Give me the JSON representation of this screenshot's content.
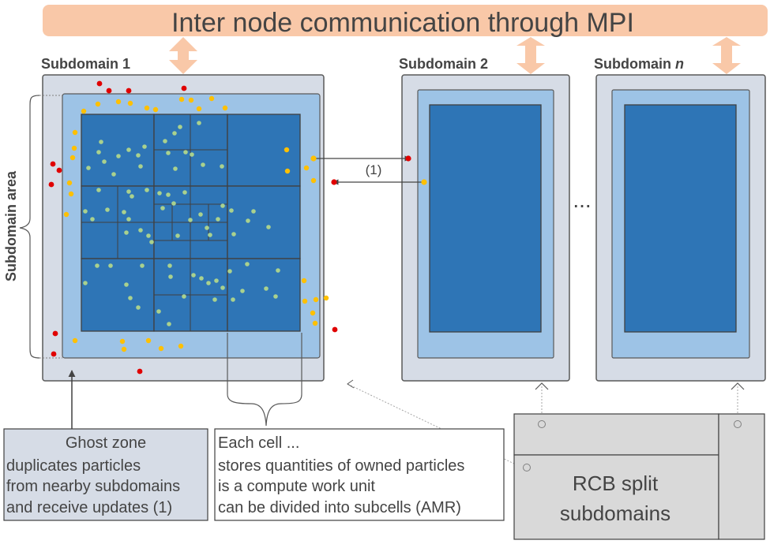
{
  "banner": {
    "title": "Inter node communication through MPI"
  },
  "subdomains": [
    {
      "label": "Subdomain 1",
      "label_prefix": "Subdomain",
      "label_suffix": "1"
    },
    {
      "label": "Subdomain 2",
      "label_prefix": "Subdomain",
      "label_suffix": "2"
    },
    {
      "label": "Subdomain n",
      "label_prefix": "Subdomain",
      "label_suffix": "n"
    }
  ],
  "subdomain_area_label": "Subdomain area",
  "exchange_label": "(1)",
  "ellipsis": "...",
  "ghost_zone_box": {
    "title": "Ghost zone",
    "lines": [
      "duplicates particles",
      "from nearby subdomains",
      "and receive updates (1)"
    ]
  },
  "cell_box": {
    "title": "Each cell ...",
    "lines": [
      "stores quantities of owned particles",
      "is a compute work unit",
      "can be divided into subcells (AMR)"
    ]
  },
  "rcb_box": {
    "lines": [
      "RCB split",
      "subdomains"
    ]
  },
  "colors": {
    "banner": "#f9c8a8",
    "outer_domain": "#d6dce6",
    "ghost_area": "#9dc3e6",
    "cell": "#2e75b6",
    "owned_particle": "#a9d18e",
    "ghost_particle": "#ffc000",
    "remote_particle": "#e00000",
    "rcb_box": "#d9d9d9"
  }
}
